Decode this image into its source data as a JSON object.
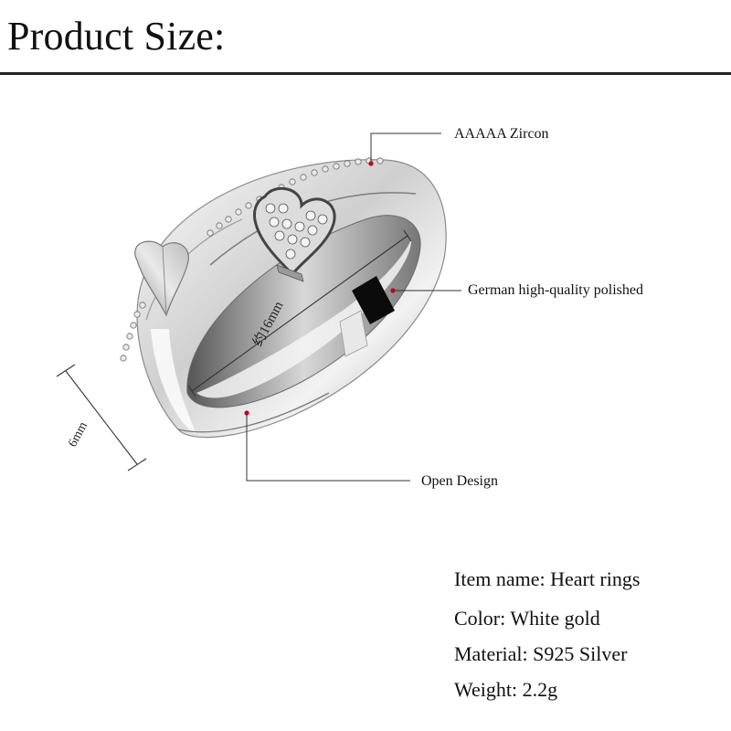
{
  "heading": "Product Size:",
  "dimensions": {
    "diameter": "约16mm",
    "width": "6mm"
  },
  "callouts": {
    "zircon": "AAAAA  Zircon",
    "polished": "German high-quality polished",
    "open": "Open Design"
  },
  "specs": [
    "Item name: Heart rings",
    "Color: White gold",
    "Material: S925 Silver",
    "Weight: 2.2g"
  ],
  "colors": {
    "marker": "#c0001c",
    "line": "#333333"
  }
}
